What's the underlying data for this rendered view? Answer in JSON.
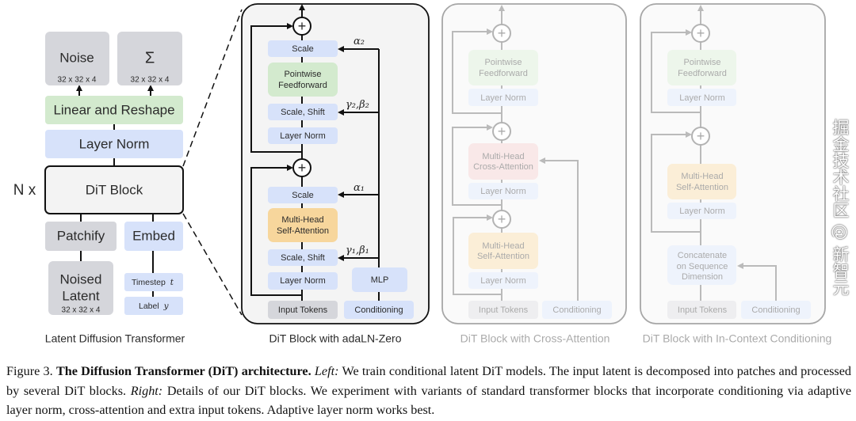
{
  "left_panel": {
    "noise": {
      "label": "Noise",
      "shape": "32 x 32 x 4"
    },
    "sigma": {
      "label": "Σ",
      "shape": "32 x 32 x 4"
    },
    "linear_reshape": "Linear and Reshape",
    "layer_norm": "Layer Norm",
    "dit_block": "DiT Block",
    "repeat": "N x",
    "patchify": "Patchify",
    "embed": "Embed",
    "noised_latent": {
      "line1": "Noised",
      "line2": "Latent",
      "shape": "32 x 32 x 4"
    },
    "timestep": {
      "label": "Timestep",
      "var": "t"
    },
    "label_y": {
      "label": "Label",
      "var": "y"
    },
    "title": "Latent Diffusion Transformer"
  },
  "adaln_panel": {
    "scale_top": "Scale",
    "ff": {
      "line1": "Pointwise",
      "line2": "Feedforward"
    },
    "scale_shift_top": "Scale, Shift",
    "layer_norm_top": "Layer Norm",
    "scale_bottom": "Scale",
    "attn": {
      "line1": "Multi-Head",
      "line2": "Self-Attention"
    },
    "scale_shift_bottom": "Scale, Shift",
    "layer_norm_bottom": "Layer Norm",
    "input_tokens": "Input Tokens",
    "mlp": "MLP",
    "conditioning": "Conditioning",
    "alpha2": "α₂",
    "gamma2_beta2": "γ₂,β₂",
    "alpha1": "α₁",
    "gamma1_beta1": "γ₁,β₁",
    "plus": "+",
    "title": "DiT Block with adaLN-Zero"
  },
  "cross_panel": {
    "ff": {
      "line1": "Pointwise",
      "line2": "Feedforward"
    },
    "layer_norm": "Layer Norm",
    "cross_attn": {
      "line1": "Multi-Head",
      "line2": "Cross-Attention"
    },
    "self_attn": {
      "line1": "Multi-Head",
      "line2": "Self-Attention"
    },
    "input_tokens": "Input Tokens",
    "conditioning": "Conditioning",
    "plus": "+",
    "title": "DiT Block with Cross-Attention"
  },
  "incontext_panel": {
    "ff": {
      "line1": "Pointwise",
      "line2": "Feedforward"
    },
    "layer_norm": "Layer Norm",
    "self_attn": {
      "line1": "Multi-Head",
      "line2": "Self-Attention"
    },
    "concat": {
      "line1": "Concatenate",
      "line2": "on Sequence",
      "line3": "Dimension"
    },
    "input_tokens": "Input Tokens",
    "conditioning": "Conditioning",
    "plus": "+",
    "title": "DiT Block with In-Context Conditioning"
  },
  "caption": {
    "figure": "Figure 3.",
    "bold": "The Diffusion Transformer (DiT) architecture.",
    "left_label": "Left:",
    "left_text": "We train conditional latent DiT models. The input latent is decomposed into patches and processed by several DiT blocks.",
    "right_label": "Right:",
    "right_text": "Details of our DiT blocks. We experiment with variants of standard transformer blocks that incorporate conditioning via adaptive layer norm, cross-attention and extra input tokens. Adaptive layer norm works best."
  },
  "watermark": "掘金技术社区 @ 新智元",
  "colors": {
    "blue": "#d7e2fa",
    "green": "#d3eace",
    "orange": "#f7d69c",
    "gray": "#d5d6db",
    "pink": "#f2c7c7",
    "block_bg": "#f3f3f3"
  }
}
